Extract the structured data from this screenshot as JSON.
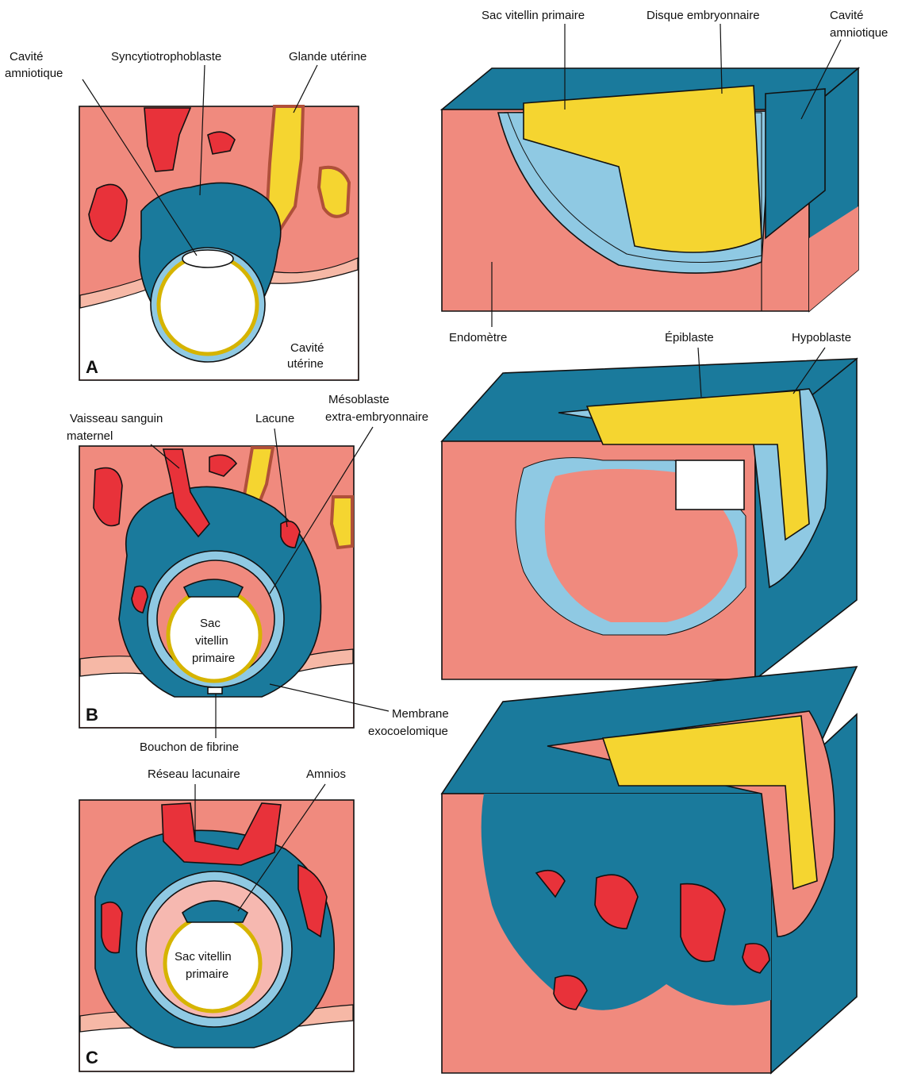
{
  "colors": {
    "endometrium": "#f08a7e",
    "syncytio": "#1a7a9c",
    "blood": "#e8323a",
    "yolk": "#f5d530",
    "cyto": "#8fc9e3",
    "white": "#ffffff",
    "stroke": "#111111"
  },
  "panels": {
    "a_letter": "A",
    "b_letter": "B",
    "c_letter": "C"
  },
  "labels": {
    "a": {
      "cavite_amniotique_1": "Cavité",
      "cavite_amniotique_2": "amniotique",
      "syncytio": "Syncytiotrophoblaste",
      "glande": "Glande utérine",
      "cavite_uterine_1": "Cavité",
      "cavite_uterine_2": "utérine"
    },
    "block1": {
      "sac_vitellin": "Sac vitellin primaire",
      "disque": "Disque embryonnaire",
      "cavite_amnio_1": "Cavité",
      "cavite_amnio_2": "amniotique",
      "endometre": "Endomètre"
    },
    "block2": {
      "epiblaste": "Épiblaste",
      "hypoblaste": "Hypoblaste"
    },
    "b": {
      "vaisseau_1": "Vaisseau sanguin",
      "vaisseau_2": "maternel",
      "lacune": "Lacune",
      "mesoblaste_1": "Mésoblaste",
      "mesoblaste_2": "extra-embryonnaire",
      "sac_1": "Sac",
      "sac_2": "vitellin",
      "sac_3": "primaire",
      "membrane_1": "Membrane",
      "membrane_2": "exocoelomique",
      "bouchon": "Bouchon de fibrine"
    },
    "c": {
      "reseau": "Réseau lacunaire",
      "amnios": "Amnios",
      "sac_1": "Sac vitellin",
      "sac_2": "primaire"
    }
  }
}
